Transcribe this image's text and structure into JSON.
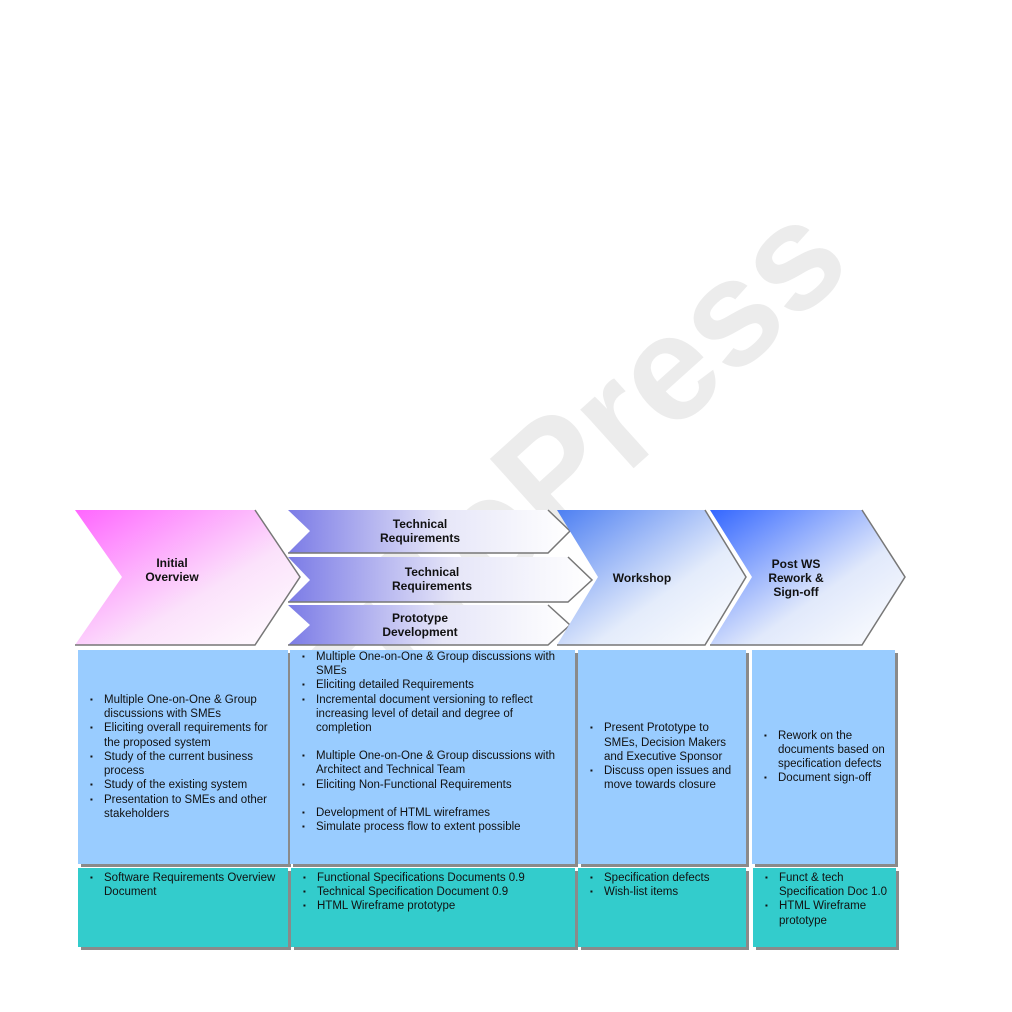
{
  "watermark": "SciTePress",
  "phases": {
    "initial": [
      "Initial",
      "Overview"
    ],
    "tech1": [
      "Technical",
      "Requirements"
    ],
    "tech2": [
      "Technical",
      "Requirements"
    ],
    "proto": [
      "Prototype",
      "Development"
    ],
    "workshop": [
      "Workshop"
    ],
    "post": [
      "Post WS",
      "Rework &",
      "Sign-off"
    ]
  },
  "activities": {
    "initial": [
      "Multiple One-on-One  & Group discussions with SMEs",
      "Eliciting overall requirements for the proposed system",
      "Study of the current business process",
      "Study of the existing system",
      "Presentation to SMEs and other stakeholders"
    ],
    "middle": [
      "Multiple One-on-One  & Group discussions with SMEs",
      "Eliciting detailed Requirements",
      "Incremental document versioning to reflect increasing level of detail and degree of completion",
      "Multiple One-on-One  & Group discussions with Architect and Technical Team",
      "Eliciting Non-Functional Requirements",
      "Development of HTML wireframes",
      "Simulate process flow to extent possible"
    ],
    "workshop": [
      "Present Prototype to SMEs, Decision Makers and Executive Sponsor",
      "Discuss open issues and move towards closure"
    ],
    "post": [
      "Rework on the documents based on specification defects",
      "Document sign-off"
    ]
  },
  "deliverables": {
    "initial": [
      "Software Requirements Overview Document"
    ],
    "middle": [
      "Functional Specifications Documents 0.9",
      "Technical Specification Document 0.9",
      "HTML Wireframe prototype"
    ],
    "workshop": [
      "Specification defects",
      "Wish-list items"
    ],
    "post": [
      "Funct & tech Specification Doc 1.0",
      "HTML Wireframe prototype"
    ]
  },
  "colors": {
    "activity_bg": "#99ccff",
    "deliverable_bg": "#33cccc",
    "initial": "#ff66ff",
    "middle": "#7b7be6",
    "workshop": "#4d7ff2",
    "post": "#3366ff"
  }
}
